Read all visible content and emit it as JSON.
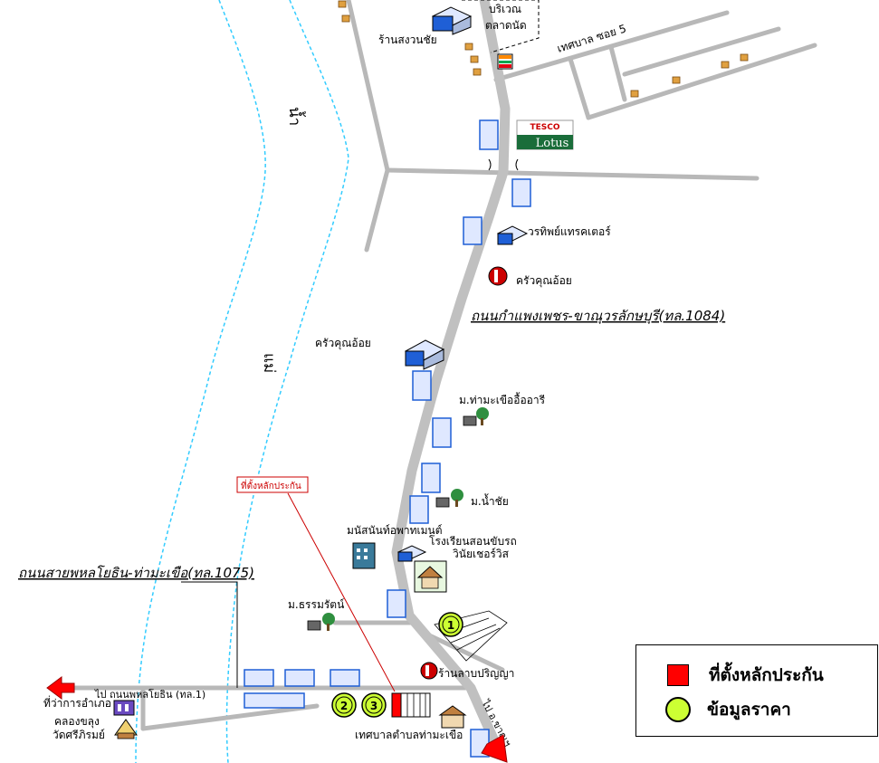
{
  "map": {
    "labels": {
      "market_area": "บริเวณ",
      "market_area_2": "ตลาดนัด",
      "shop_songwanchai": "ร้านสงวนชัย",
      "municipal_soi5": "เทศบาล ซอย 5",
      "tesco_top": "TESCO",
      "tesco_bottom": "Lotus",
      "worathip_tractor": "วรทิพย์แทรคเตอร์",
      "khrua_khun_oy_1": "ครัวคุณอ้อย",
      "khrua_khun_oy_2": "ครัวคุณอ้อย",
      "road_1084": "ถนนกำแพงเพชร-ขาณุวรลักษบุรี(ทล.1084)",
      "river_top": "น้ำ",
      "river_bottom": "แม่",
      "village_tha_makhuea": "ม.ท่ามะเขืออื้ออารี",
      "village_namchai": "ม.น้ำชัย",
      "collateral_location_callout": "ที่ตั้งหลักประกัน",
      "apartment": "มนัสนันท์อพาทเมนต์",
      "driving_school_1": "โรงเรียนสอนขับรถ",
      "driving_school_2": "วินัยเชอร์วิส",
      "road_1075": "ถนนสายพหลโยธิน-ท่ามะเขือ(ทล.1075)",
      "village_thamrat": "ม.ธรรมรัตน์",
      "shop_lap": "ร้านลาบปริญญา",
      "to_phahonyothin": "ไป ถนนพหลโยธิน (ทล.1)",
      "district_office": "ที่ว่าการอำเภอ",
      "khlong_khlung": "คลองขลุง",
      "wat_si_phirom": "วัดศรีภิรมย์",
      "municipal_tha_makhuea": "เทศบาลตำบลท่ามะเขือ",
      "to_khanu": "ไป อ.ขาณุฯ",
      "price_point_1": "1",
      "price_point_2": "2",
      "price_point_3": "3"
    },
    "colors": {
      "main_road": "#c0c0c0",
      "road": "#b8b8b8",
      "river": "#33ccff",
      "collateral": "#ff0000",
      "price_point": "#ccff33",
      "callout": "#cc0000",
      "building_blue": "#1f5fd6",
      "tree_green": "#2f8f3f",
      "arrow_red": "#ff0000"
    }
  },
  "legend": {
    "collateral_label": "ที่ตั้งหลักประกัน",
    "price_label": "ข้อมูลราคา"
  }
}
